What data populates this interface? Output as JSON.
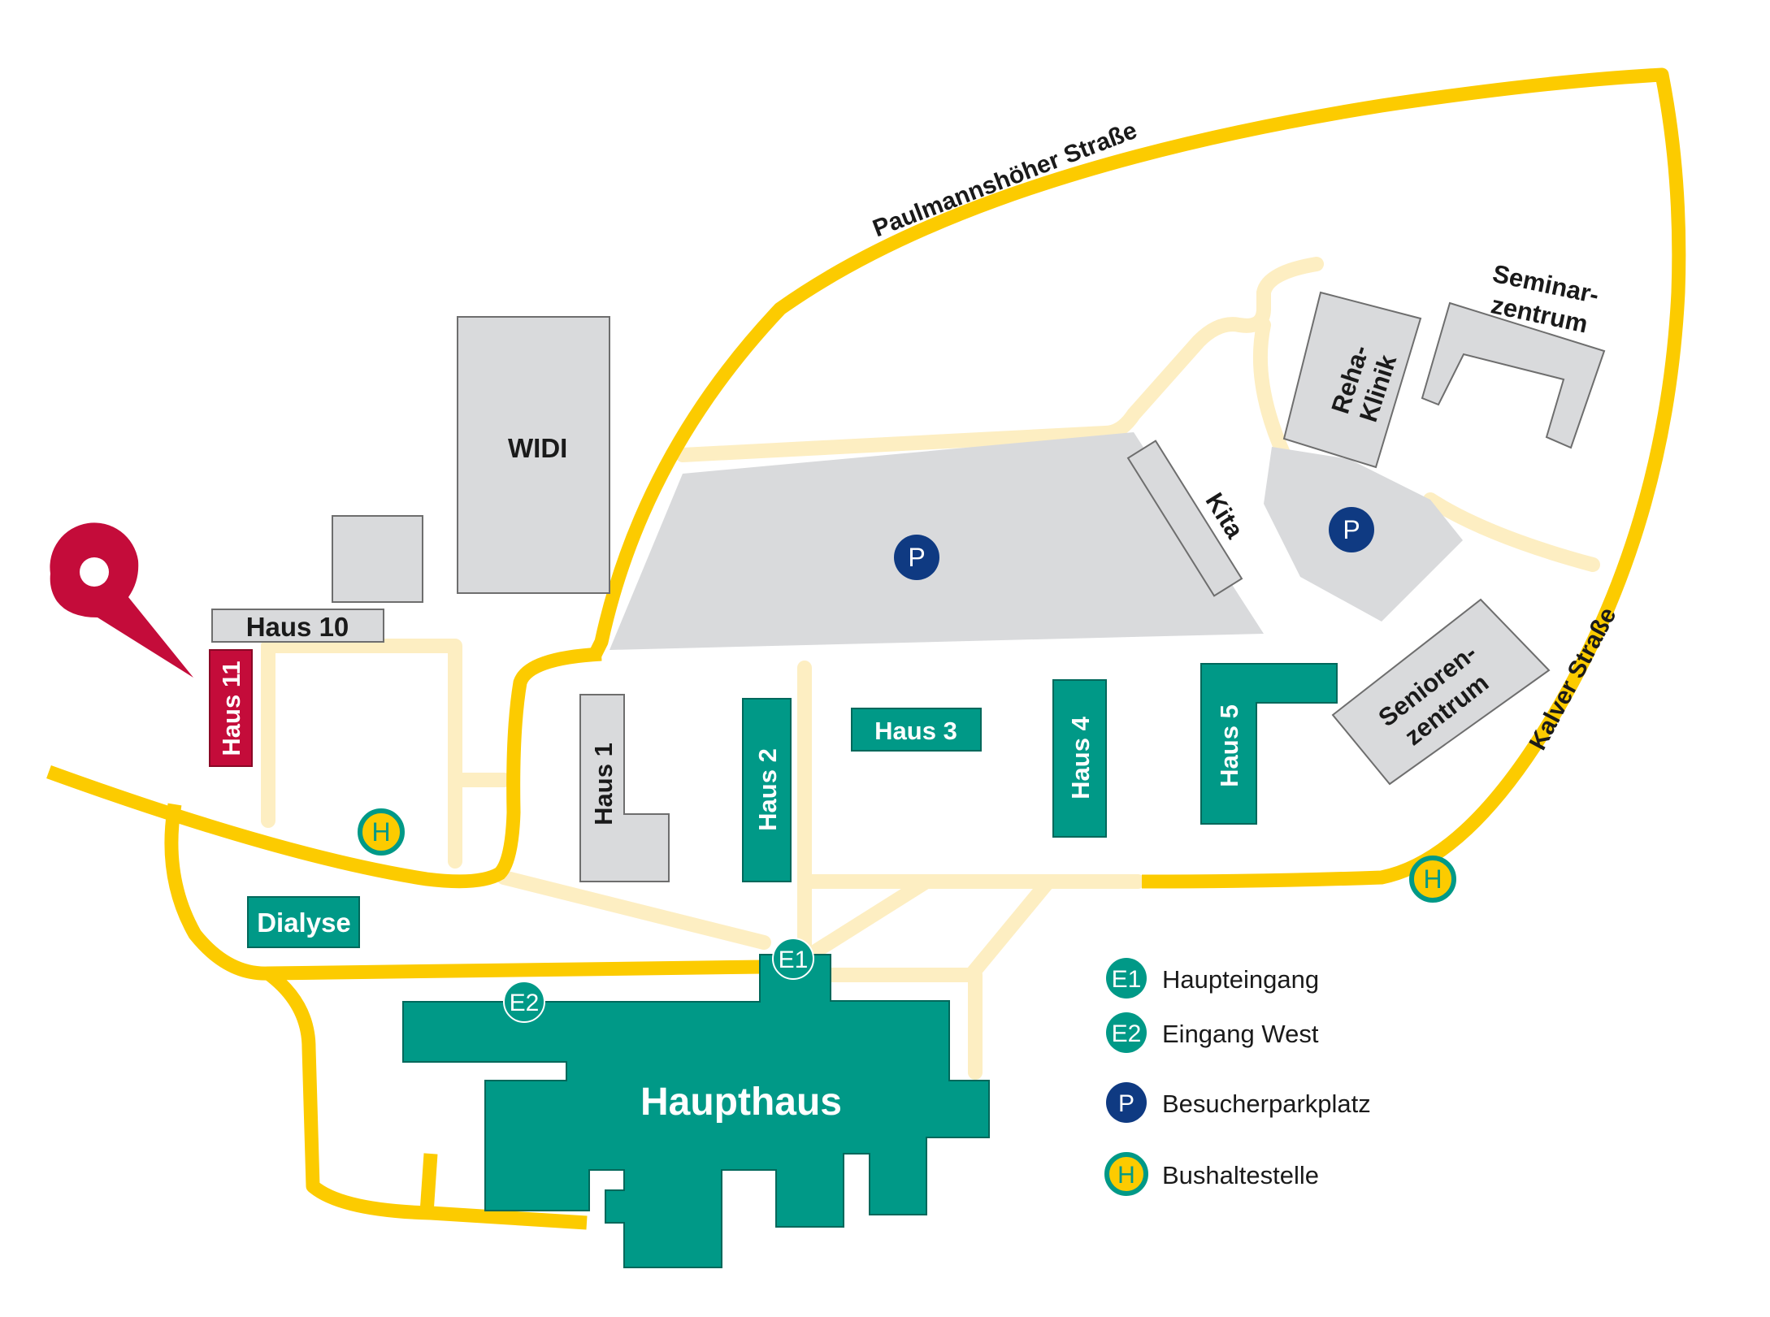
{
  "map": {
    "streets": {
      "north": "Paulmannshöher Straße",
      "east": "Kalver Straße"
    },
    "buildings": {
      "widi": "WIDI",
      "haus10": "Haus 10",
      "haus11": "Haus 11",
      "haus1": "Haus 1",
      "haus2": "Haus 2",
      "haus3": "Haus 3",
      "haus4": "Haus 4",
      "haus5": "Haus 5",
      "dialyse": "Dialyse",
      "haupthaus": "Haupthaus",
      "kita": "Kita",
      "reha_line1": "Reha-",
      "reha_line2": "Klinik",
      "seminar_line1": "Seminar-",
      "seminar_line2": "zentrum",
      "senioren_line1": "Senioren-",
      "senioren_line2": "zentrum"
    },
    "markers": {
      "parking": "P",
      "bus": "H",
      "entrance1": "E1",
      "entrance2": "E2"
    },
    "legend": [
      {
        "symbol": "E1",
        "label": "Haupteingang"
      },
      {
        "symbol": "E2",
        "label": "Eingang West"
      },
      {
        "symbol": "P",
        "label": "Besucherparkplatz"
      },
      {
        "symbol": "H",
        "label": "Bushaltestelle"
      }
    ],
    "colors": {
      "main_road": "#fccb00",
      "path": "#fdeec2",
      "building_gray": "#d9dadc",
      "building_teal": "#009987",
      "highlight": "#c40c3a",
      "parking": "#0f3a82",
      "bus_fill": "#fccb00",
      "bus_ring": "#009987"
    }
  }
}
